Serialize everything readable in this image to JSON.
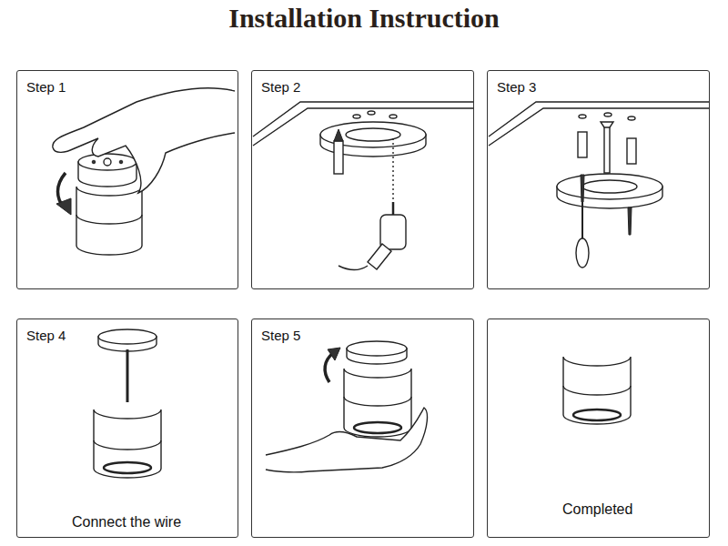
{
  "diagram": {
    "title": "Installation Instruction",
    "nodes": [
      {
        "text": [
          "Step 1"
        ]
      },
      {
        "text": [
          "Step 2"
        ]
      },
      {
        "text": [
          "Step 3"
        ]
      },
      {
        "text": [
          "Step 4",
          "Connect the wire"
        ]
      },
      {
        "text": [
          "Step 5"
        ]
      },
      {
        "text": [
          "Completed"
        ]
      }
    ]
  }
}
